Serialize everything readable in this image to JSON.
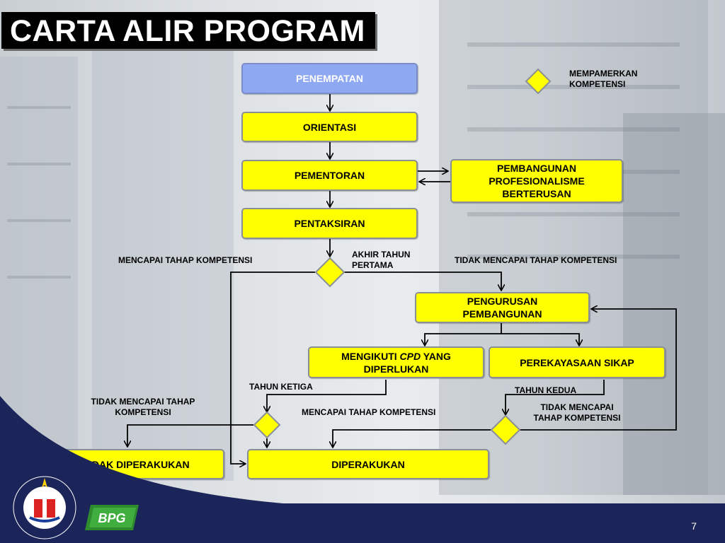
{
  "title": "CARTA ALIR PROGRAM",
  "legend": {
    "label_line1": "MEMPAMERKAN",
    "label_line2": "KOMPETENSI"
  },
  "nodes": {
    "penempatan": "PENEMPATAN",
    "orientasi": "ORIENTASI",
    "pementoran": "PEMENTORAN",
    "pembangunan_l1": "PEMBANGUNAN",
    "pembangunan_l2": "PROFESIONALISME",
    "pembangunan_l3": "BERTERUSAN",
    "pentaksiran": "PENTAKSIRAN",
    "pengurusan_l1": "PENGURUSAN",
    "pengurusan_l2": "PEMBANGUNAN",
    "cpd_l1a": "MENGIKUTI ",
    "cpd_l1b": "CPD",
    "cpd_l1c": " YANG",
    "cpd_l2": "DIPERLUKAN",
    "perekayasaan": "PEREKAYASAAN SIKAP",
    "tidak_diperakukan": "TIDAK DIPERAKUKAN",
    "diperakukan": "DIPERAKUKAN"
  },
  "labels": {
    "mencapai_1": "MENCAPAI  TAHAP KOMPETENSI",
    "akhir_l1": "AKHIR TAHUN",
    "akhir_l2": "PERTAMA",
    "tidak_mencapai_1": "TIDAK MENCAPAI TAHAP KOMPETENSI",
    "tahun_ketiga": "TAHUN KETIGA",
    "tahun_kedua": "TAHUN KEDUA",
    "tidak_mencapai_2_l1": "TIDAK MENCAPAI TAHAP",
    "tidak_mencapai_2_l2": "KOMPETENSI",
    "mencapai_2": "MENCAPAI TAHAP KOMPETENSI",
    "tidak_mencapai_3_l1": "TIDAK MENCAPAI",
    "tidak_mencapai_3_l2": "TAHAP KOMPETENSI"
  },
  "footer": {
    "page_number": "7"
  },
  "colors": {
    "box_fill": "#ffff00",
    "start_fill": "#8fa8f2",
    "footer": "#1c2559",
    "title_bg": "#000000"
  },
  "icons": [
    "decision-diamond-icon",
    "ministry-logo",
    "bpg-logo"
  ]
}
